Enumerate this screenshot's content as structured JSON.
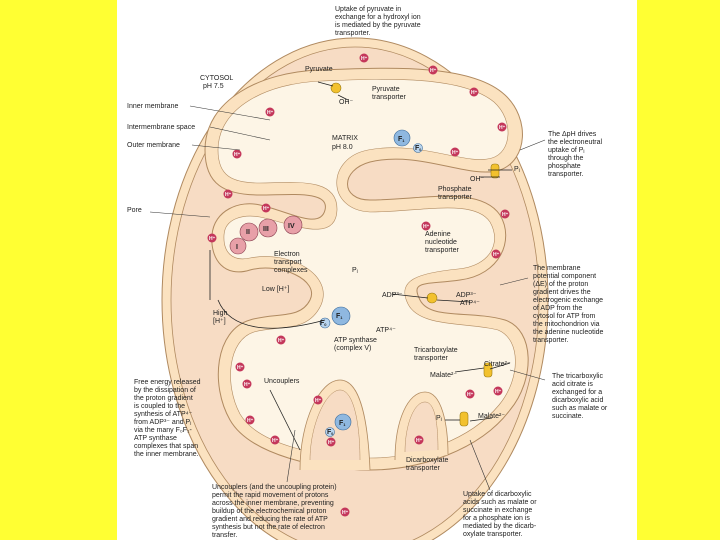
{
  "colors": {
    "background": "#ffff33",
    "panel": "#ffffff",
    "intermembrane": "#f7dcc4",
    "matrix": "#fdf5e6",
    "membrane": "#fbe2c0",
    "membrane_stroke": "#b08a60",
    "proton": "#c4375b",
    "complex": "#e8a0a8",
    "transporter": "#f2c12e",
    "atp_synthase": "#8fb8e0"
  },
  "labels": {
    "top_note": [
      "Uptake of pyruvate in",
      "exchange for a hydroxyl ion",
      "is mediated by the pyruvate",
      "transporter."
    ],
    "cytosol": [
      "CYTOSOL",
      "pH 7.5"
    ],
    "inner_membrane": "Inner membrane",
    "intermembrane_space": "Intermembrane space",
    "outer_membrane": "Outer membrane",
    "pore": "Pore",
    "matrix": [
      "MATRIX",
      "pH 8.0"
    ],
    "pyruvate": "Pyruvate",
    "pyruvate_transporter": [
      "Pyruvate",
      "transporter"
    ],
    "oh_minus": "OH⁻",
    "oh_minus_2": "OH⁻",
    "delta_ph": [
      "The ΔpH drives",
      "the electroneutral",
      "uptake of P",
      "through the",
      "phosphate",
      "transporter."
    ],
    "pi_right": "P",
    "phosphate_transporter": [
      "Phosphate",
      "transporter"
    ],
    "complexes": [
      "III",
      "II",
      "IV",
      "I"
    ],
    "electron_transport": [
      "Electron",
      "transport",
      "complexes"
    ],
    "low_h": "Low [H⁺]",
    "high_h": [
      "High",
      "[H⁺]"
    ],
    "pi_center": "P",
    "adenine_transporter": [
      "Adenine",
      "nucleotide",
      "transporter"
    ],
    "adp3": "ADP³⁻",
    "adp3_right": "ADP³⁻",
    "atp4": "ATP⁴⁻",
    "atp4_right": "ATP⁴⁻",
    "membrane_potential": [
      "The membrane",
      "potential component",
      "(ΔE) of the proton",
      "gradient drives the",
      "electrogenic exchange",
      "of ADP from the",
      "cytosol for ATP from",
      "the mitochondrion via",
      "the adenine nucleotide",
      "transporter."
    ],
    "f1": "F",
    "f0": "F",
    "atp_synthase": [
      "ATP synthase",
      "(complex V)"
    ],
    "tricarboxylate_transporter": [
      "Tricarboxylate",
      "transporter"
    ],
    "citrate": "Citrate²⁻",
    "malate": "Malate²⁻",
    "malate_right": "Malate²⁻",
    "pi_lower": "P",
    "tricarboxylic_note": [
      "The tricarboxylic",
      "acid citrate is",
      "exchanged for a",
      "dicarboxylic acid",
      "such as malate or",
      "succinate."
    ],
    "uncouplers": "Uncouplers",
    "dicarboxylate_transporter": [
      "Dicarboxylate",
      "transporter"
    ],
    "free_energy": [
      "Free energy released",
      "by the dissipation of",
      "the proton gradient",
      "is coupled to the",
      "synthesis of ATP⁴⁻",
      "from ADP³⁻ and P",
      "via the many F₀F₁-",
      "ATP synthase",
      "complexes that span",
      "the inner membrane."
    ],
    "uncouplers_note": [
      "Uncouplers (and the uncoupling protein)",
      "permit the rapid movement of protons",
      "across the inner membrane, preventing",
      "buildup of the electrochemical proton",
      "gradient and reducing the rate of ATP",
      "synthesis but not the rate of electron",
      "transfer."
    ],
    "dicarboxylic_note": [
      "Uptake of dicarboxylic",
      "acids such as malate or",
      "succinate in exchange",
      "for a phosphate ion is",
      "mediated by the dicarb-",
      "oxylate transporter."
    ],
    "proton": "H⁺",
    "sub_i": "i",
    "sub_1": "1",
    "sub_0": "0"
  }
}
